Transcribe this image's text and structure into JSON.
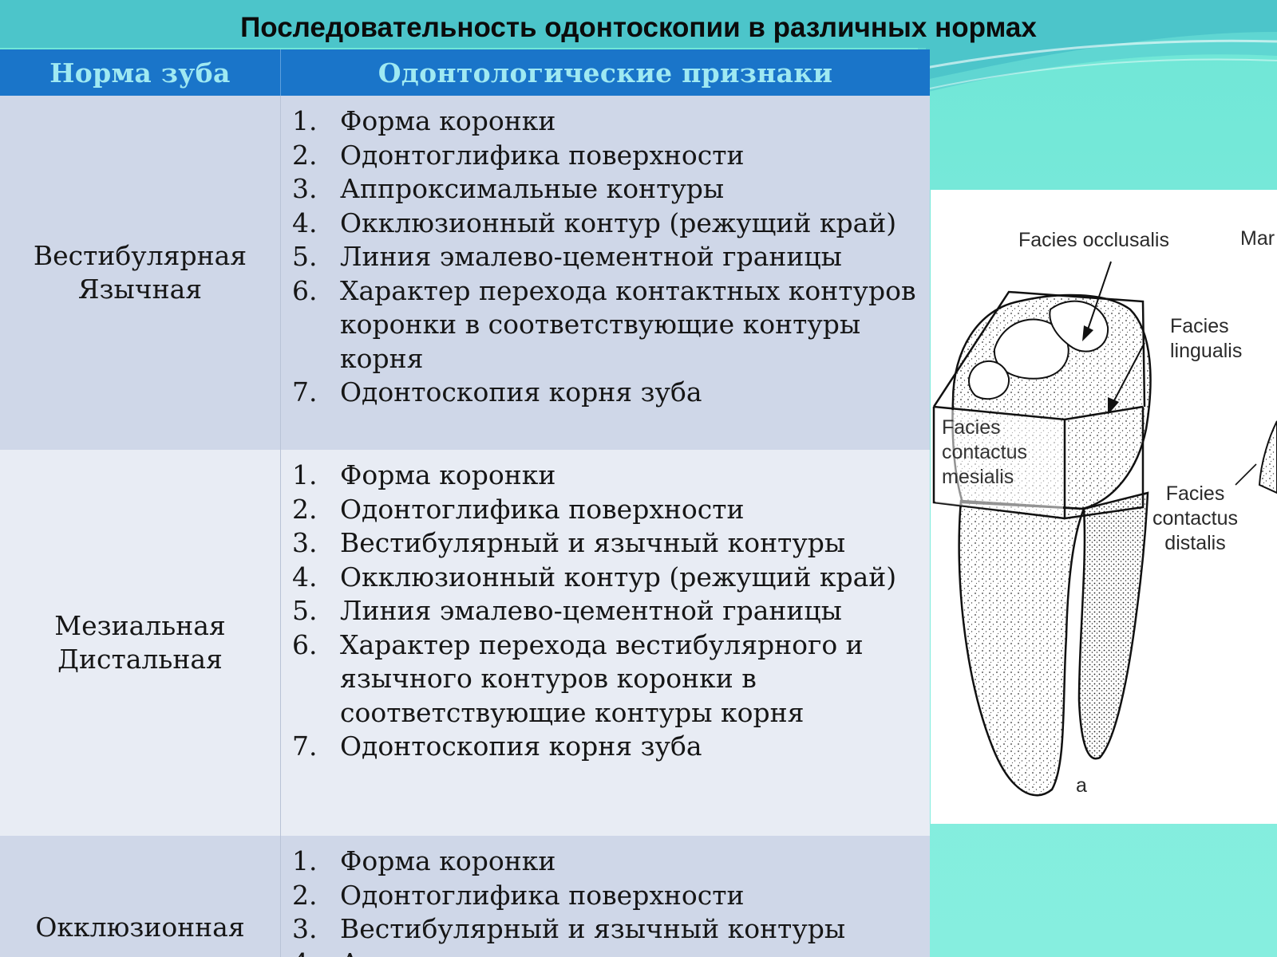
{
  "title": "Последовательность одонтоскопии в различных нормах",
  "table": {
    "headers": [
      "Норма зуба",
      "Одонтологические признаки"
    ],
    "rows": [
      {
        "norm": [
          "Вестибулярная",
          "Язычная"
        ],
        "items": [
          "Форма коронки",
          "Одонтоглифика поверхности",
          "Аппроксимальные контуры",
          "Окклюзионный контур (режущий край)",
          "Линия эмалево-цементной границы",
          "Характер перехода контактных контуров коронки в соответствующие контуры корня",
          "Одонтоскопия корня зуба"
        ]
      },
      {
        "norm": [
          "Мезиальная",
          "Дистальная"
        ],
        "items": [
          "Форма коронки",
          "Одонтоглифика поверхности",
          "Вестибулярный и язычный контуры",
          "Окклюзионный контур (режущий край)",
          "Линия эмалево-цементной границы",
          "Характер перехода вестибулярного и язычного контуров коронки в соответствующие контуры корня",
          "Одонтоскопия корня зуба"
        ]
      },
      {
        "norm": [
          "Окклюзионная"
        ],
        "items": [
          "Форма коронки",
          "Одонтоглифика поверхности",
          "Вестибулярный и язычный контуры",
          "А"
        ]
      }
    ]
  },
  "figure": {
    "labels": {
      "occlusalis": "Facies occlusalis",
      "mar": "Mar",
      "lingualis_1": "Facies",
      "lingualis_2": "lingualis",
      "mesialis_1": "Facies",
      "mesialis_2": "contactus",
      "mesialis_3": "mesialis",
      "distalis_1": "Facies",
      "distalis_2": "contactus",
      "distalis_3": "distalis",
      "panel": "a"
    }
  }
}
